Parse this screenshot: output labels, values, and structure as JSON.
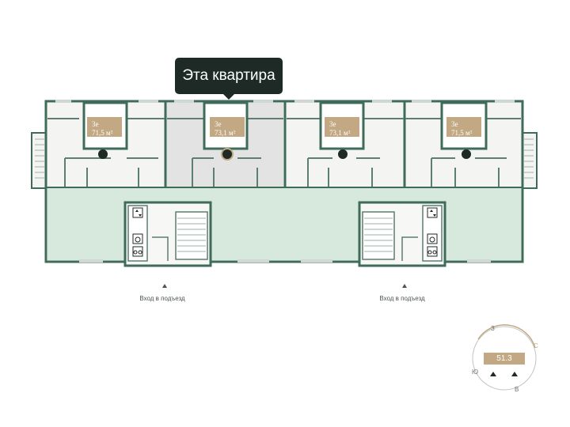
{
  "tooltip": {
    "label": "Эта квартира"
  },
  "units": [
    {
      "rooms": "3е",
      "area": "71,5 м²",
      "selected": false
    },
    {
      "rooms": "3е",
      "area": "73,1 м²",
      "selected": true
    },
    {
      "rooms": "3е",
      "area": "73,1 м²",
      "selected": false
    },
    {
      "rooms": "3е",
      "area": "71,5 м²",
      "selected": false
    }
  ],
  "entrances": [
    {
      "label": "Вход в подъезд"
    },
    {
      "label": "Вход в подъезд"
    }
  ],
  "compass": {
    "north": "З",
    "east": "С",
    "south": "Ю",
    "west": "В",
    "code": "51.3"
  },
  "colors": {
    "wall": "#3e6b5a",
    "corridor": "#d7e9dc",
    "unit_fill": "#f4f4f3",
    "selected_fill": "#e3e3e3",
    "accent": "#c2a883",
    "tooltip_bg": "#1d2a25"
  },
  "icons": [
    "elevator-icon",
    "wheelchair-icon",
    "bicycle-icon",
    "marker-dot-icon"
  ]
}
